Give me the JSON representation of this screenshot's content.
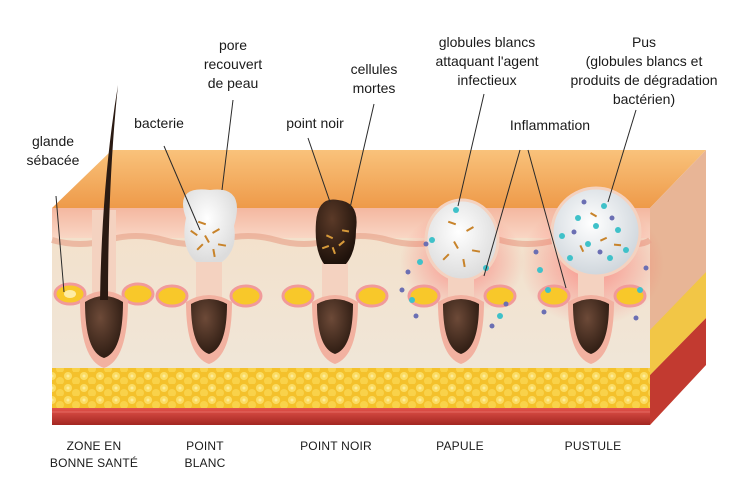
{
  "labels": {
    "sebaceous_gland": "glande\nsébacée",
    "bacteria": "bacterie",
    "covered_pore": "pore\nrecouvert\nde peau",
    "blackhead": "point noir",
    "dead_cells": "cellules\nmortes",
    "white_cells": "globules blancs\nattaquant l'agent\ninfectieux",
    "pus": "Pus\n(globules blancs et\nproduits de dégradation\nbactérien)",
    "inflammation": "Inflammation"
  },
  "captions": [
    "ZONE EN\nBONNE SANTÉ",
    "POINT\nBLANC",
    "POINT NOIR",
    "PAPULE",
    "PUSTULE"
  ],
  "colors": {
    "skin_top": "#f2a55c",
    "skin_face": "#f6c9b0",
    "dermis": "#f3e6d2",
    "fat": "#f7cf3a",
    "muscle": "#c9342e",
    "follicle": "#3a2418",
    "gland": "#f8c82a",
    "inflammation": "#f25a5a"
  }
}
